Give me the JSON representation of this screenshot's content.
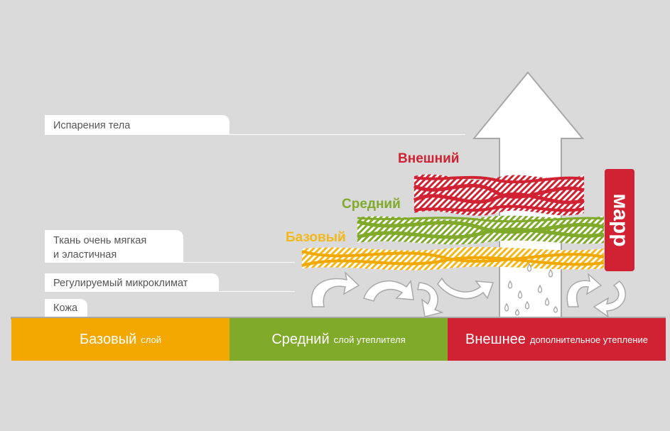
{
  "labels": {
    "evaporation": "Испарения тела",
    "fabric_line1": "Ткань очень мягкая",
    "fabric_line2": "и эластичная",
    "microclimate": "Регулируемый микроклимат",
    "skin": "Кожа"
  },
  "layers": {
    "outer": "Внешний",
    "middle": "Средний",
    "base": "Базовый"
  },
  "brand": {
    "logo_text": "марр"
  },
  "bottom_bar": {
    "base_big": "Базовый",
    "base_small": "слой",
    "middle_big": "Средний",
    "middle_small": "слой утеплителя",
    "outer_big": "Внешнее",
    "outer_small": "дополнительное утепление"
  },
  "colors": {
    "background": "#d9dad9",
    "base": "#f2a800",
    "middle": "#7faa2a",
    "outer": "#d02232",
    "label_bg": "#ffffff",
    "ground_line": "#a7a8a7"
  }
}
